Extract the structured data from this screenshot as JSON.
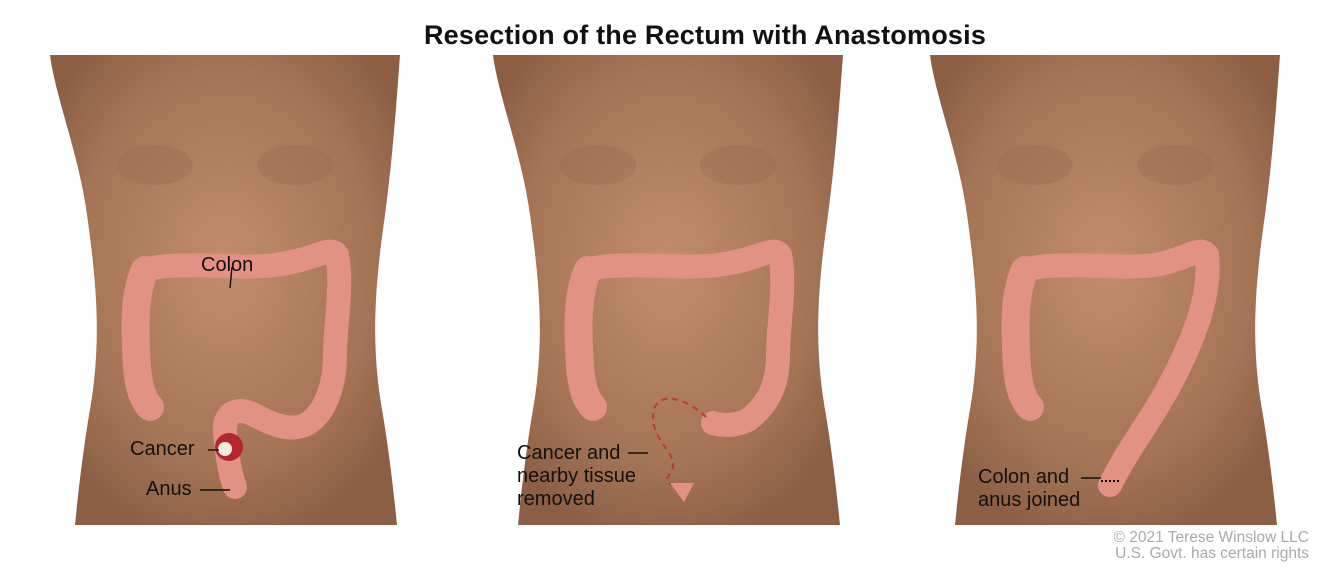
{
  "title": "Resection of the Rectum with Anastomosis",
  "panels": [
    {
      "labels": {
        "colon": "Colon",
        "cancer": "Cancer",
        "anus": "Anus"
      }
    },
    {
      "labels": {
        "line1": "Cancer and",
        "line2": "nearby tissue",
        "line3": "removed"
      }
    },
    {
      "labels": {
        "line1": "Colon and",
        "line2": "anus joined"
      }
    }
  ],
  "copyright": {
    "line1": "© 2021 Terese Winslow LLC",
    "line2": "U.S. Govt. has certain rights"
  },
  "colors": {
    "skin": "#a87a5c",
    "colon": "#e79b8f",
    "tumor": "#b3262d",
    "removed_outline": "#c0392b"
  }
}
